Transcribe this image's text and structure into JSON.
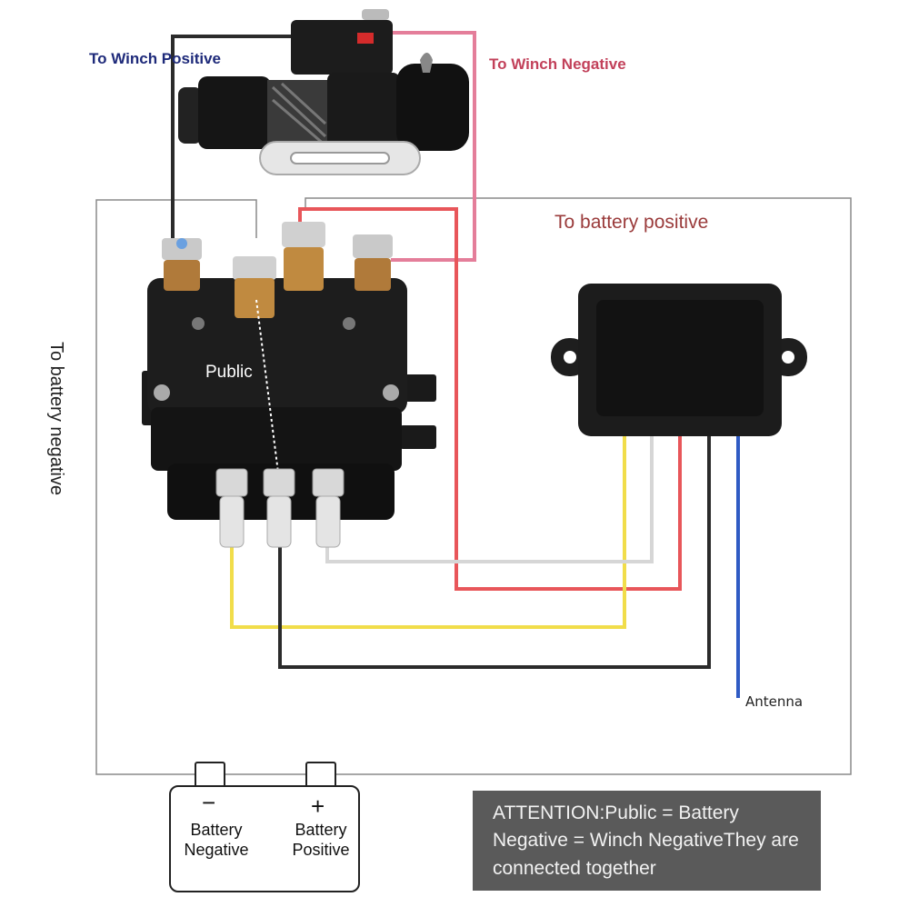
{
  "labels": {
    "to_winch_positive": "To Winch Positive",
    "to_winch_negative": "To Winch Negative",
    "to_battery_positive": "To battery positive",
    "to_battery_negative": "To battery negative",
    "public": "Public",
    "antenna": "Antenna"
  },
  "battery": {
    "negative_sign": "−",
    "positive_sign": "+",
    "negative_label": "Battery Negative",
    "positive_label": "Battery Positive"
  },
  "attention": {
    "text": "ATTENTION:Public = Battery Negative = Winch NegativeThey are connected together"
  },
  "wire_colors": {
    "black": "#2b2b2b",
    "red": "#e8565a",
    "pink": "#e47e9a",
    "yellow": "#f1dd4a",
    "white": "#d6d6d6",
    "blue": "#2f5bc4",
    "frame": "#8a8a8a"
  }
}
